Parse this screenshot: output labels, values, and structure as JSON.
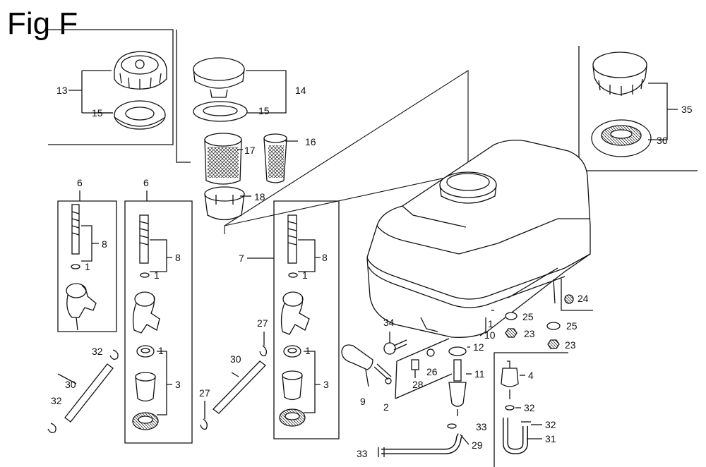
{
  "title": "Fig F",
  "callouts": {
    "c13": "13",
    "c15a": "15",
    "c14": "14",
    "c15b": "15",
    "c16": "16",
    "c17": "17",
    "c18": "18",
    "c35": "35",
    "c36": "36",
    "c6a": "6",
    "c8a": "8",
    "c1a": "1",
    "c6b": "6",
    "c8b": "8",
    "c1b": "1",
    "c1c": "1",
    "c3a": "3",
    "c7": "7",
    "c8c": "8",
    "c1d": "1",
    "c1e": "1",
    "c3b": "3",
    "c32a": "32",
    "c30a": "30",
    "c32b": "32",
    "c27a": "27",
    "c30b": "30",
    "c27b": "27",
    "c34": "34",
    "c9": "9",
    "c2": "2",
    "c28": "28",
    "c26": "26",
    "c1f": "1",
    "c10": "10",
    "c12": "12",
    "c11": "11",
    "c33a": "33",
    "c29": "29",
    "c33b": "33",
    "c25a": "25",
    "c23a": "23",
    "c24": "24",
    "c25b": "25",
    "c23b": "23",
    "c4": "4",
    "c32c": "32",
    "c32d": "32",
    "c31": "31"
  },
  "colors": {
    "ink": "#111111",
    "shade": "#555555",
    "paper": "#ffffff"
  }
}
